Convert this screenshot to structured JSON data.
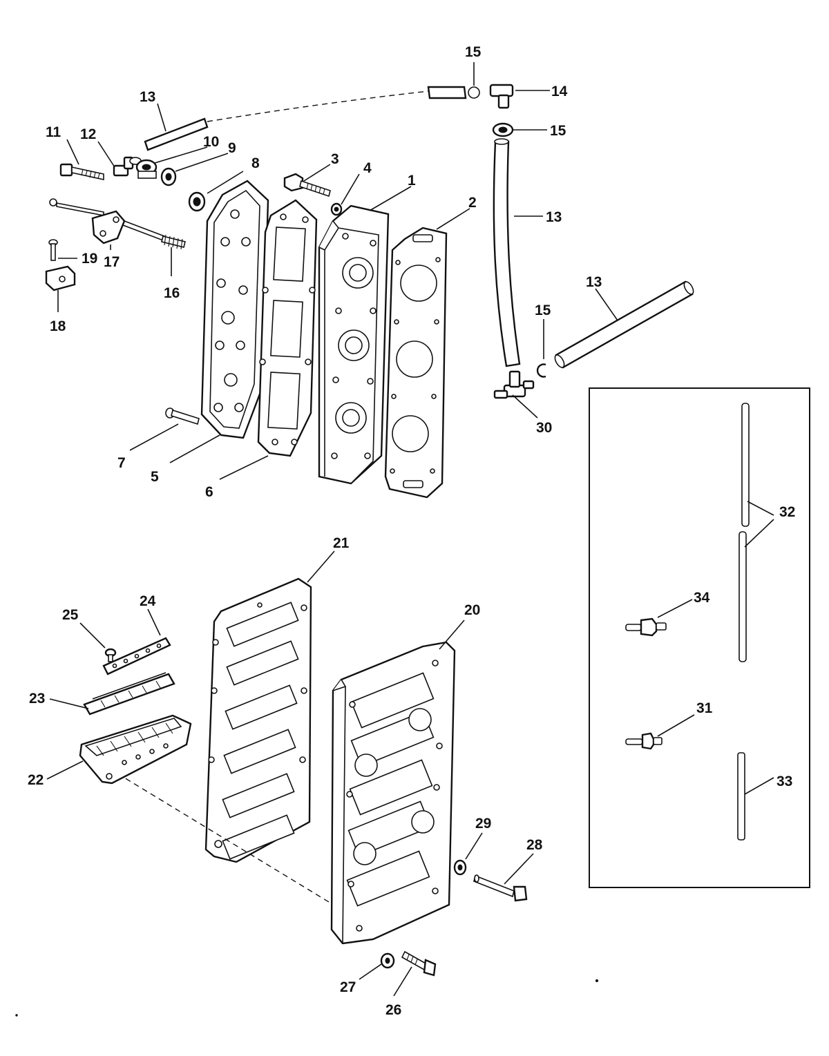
{
  "callouts": [
    {
      "id": "c1",
      "label": "1"
    },
    {
      "id": "c2",
      "label": "2"
    },
    {
      "id": "c3",
      "label": "3"
    },
    {
      "id": "c4",
      "label": "4"
    },
    {
      "id": "c5",
      "label": "5"
    },
    {
      "id": "c6",
      "label": "6"
    },
    {
      "id": "c7",
      "label": "7"
    },
    {
      "id": "c8",
      "label": "8"
    },
    {
      "id": "c9",
      "label": "9"
    },
    {
      "id": "c10",
      "label": "10"
    },
    {
      "id": "c11",
      "label": "11"
    },
    {
      "id": "c12",
      "label": "12"
    },
    {
      "id": "c13a",
      "label": "13"
    },
    {
      "id": "c13b",
      "label": "13"
    },
    {
      "id": "c13c",
      "label": "13"
    },
    {
      "id": "c14",
      "label": "14"
    },
    {
      "id": "c15a",
      "label": "15"
    },
    {
      "id": "c15b",
      "label": "15"
    },
    {
      "id": "c15c",
      "label": "15"
    },
    {
      "id": "c16",
      "label": "16"
    },
    {
      "id": "c17",
      "label": "17"
    },
    {
      "id": "c18",
      "label": "18"
    },
    {
      "id": "c19",
      "label": "19"
    },
    {
      "id": "c20",
      "label": "20"
    },
    {
      "id": "c21",
      "label": "21"
    },
    {
      "id": "c22",
      "label": "22"
    },
    {
      "id": "c23",
      "label": "23"
    },
    {
      "id": "c24",
      "label": "24"
    },
    {
      "id": "c25",
      "label": "25"
    },
    {
      "id": "c26",
      "label": "26"
    },
    {
      "id": "c27",
      "label": "27"
    },
    {
      "id": "c28",
      "label": "28"
    },
    {
      "id": "c29",
      "label": "29"
    },
    {
      "id": "c30",
      "label": "30"
    },
    {
      "id": "c31",
      "label": "31"
    },
    {
      "id": "c32",
      "label": "32"
    },
    {
      "id": "c33",
      "label": "33"
    },
    {
      "id": "c34",
      "label": "34"
    }
  ]
}
